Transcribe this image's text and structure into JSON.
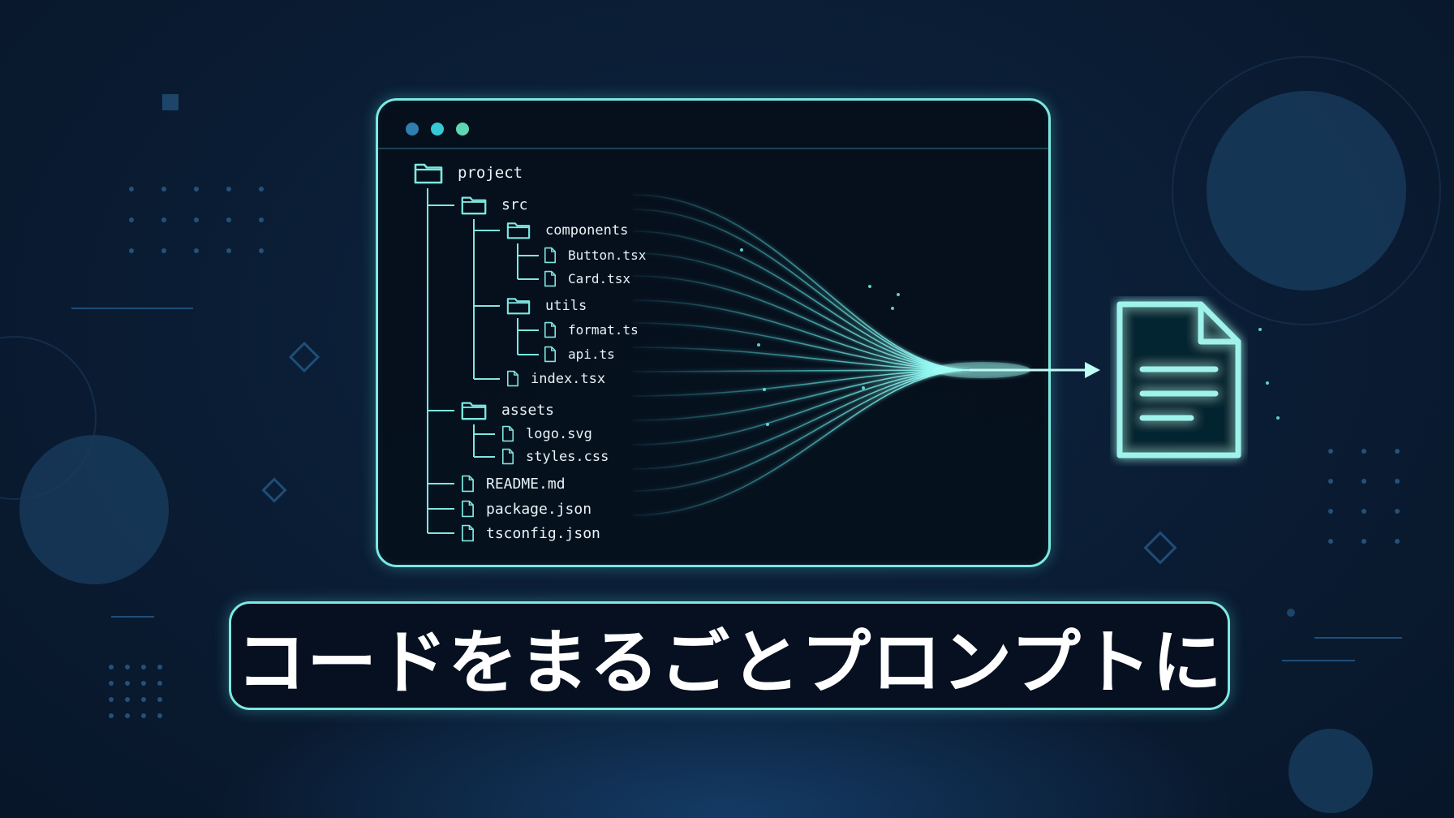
{
  "window": {
    "dots": [
      {
        "name": "dot-blue",
        "color": "#2e7fb0"
      },
      {
        "name": "dot-cyan",
        "color": "#35c9d6"
      },
      {
        "name": "dot-teal",
        "color": "#5fd6b3"
      }
    ]
  },
  "tree": [
    {
      "key": "project",
      "label": "project",
      "type": "folder"
    },
    {
      "key": "src",
      "label": "src",
      "type": "folder"
    },
    {
      "key": "components",
      "label": "components",
      "type": "folder"
    },
    {
      "key": "button-tsx",
      "label": "Button.tsx",
      "type": "file"
    },
    {
      "key": "card-tsx",
      "label": "Card.tsx",
      "type": "file"
    },
    {
      "key": "utils",
      "label": "utils",
      "type": "folder"
    },
    {
      "key": "format-ts",
      "label": "format.ts",
      "type": "file"
    },
    {
      "key": "api-ts",
      "label": "api.ts",
      "type": "file"
    },
    {
      "key": "index-tsx",
      "label": "index.tsx",
      "type": "file"
    },
    {
      "key": "assets",
      "label": "assets",
      "type": "folder"
    },
    {
      "key": "logo-svg",
      "label": "logo.svg",
      "type": "file"
    },
    {
      "key": "styles-css",
      "label": "styles.css",
      "type": "file"
    },
    {
      "key": "readme-md",
      "label": "README.md",
      "type": "file"
    },
    {
      "key": "package-json",
      "label": "package.json",
      "type": "file"
    },
    {
      "key": "tsconfig-json",
      "label": "tsconfig.json",
      "type": "file"
    }
  ],
  "output_icon": "document-icon",
  "headline": "コードをまるごとプロンプトに",
  "colors": {
    "accent": "#7de8e0",
    "background": "#0a1c33",
    "text": "#e8f3f7"
  }
}
